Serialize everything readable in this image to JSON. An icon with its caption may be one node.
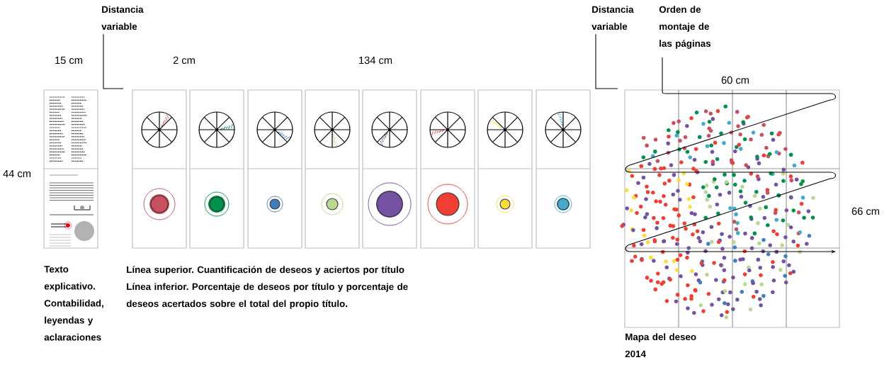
{
  "diagram": {
    "nodes": [
      {
        "text": [
          "Distancia variable"
        ]
      },
      {
        "text": [
          "Distancia variable"
        ]
      },
      {
        "text": [
          "Orden de montaje de las páginas"
        ]
      }
    ],
    "edges": [
      {
        "from": 0,
        "to": null,
        "arrow": "none"
      },
      {
        "from": 1,
        "to": null,
        "arrow": "none"
      },
      {
        "from": 2,
        "to": null,
        "arrow": "to"
      }
    ],
    "labels": [
      "15 cm",
      "2 cm",
      "134 cm",
      "60 cm",
      "44 cm",
      "66 cm",
      "Texto explicativo. Contabilidad, leyendas y aclaraciones",
      "Línea superior. Cuantificación de deseos y aciertos por título",
      "Línea inferior. Porcentaje de deseos por título y porcentaje de deseos acertados sobre el total del propio título.",
      "Mapa del deseo 2014"
    ]
  }
}
